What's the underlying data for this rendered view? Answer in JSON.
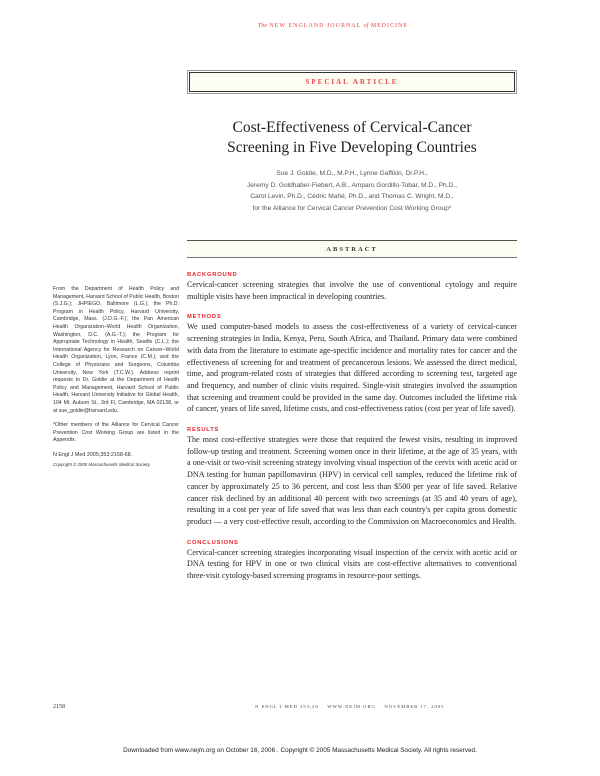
{
  "header": {
    "journal_prefix": "The",
    "journal_name_1": "NEW ENGLAND JOURNAL",
    "journal_of": "of",
    "journal_name_2": "MEDICINE"
  },
  "article_type": "SPECIAL ARTICLE",
  "title_line1": "Cost-Effectiveness of Cervical-Cancer",
  "title_line2": "Screening in Five Developing Countries",
  "authors": [
    "Sue J. Goldie, M.D., M.P.H., Lynne Gaffikin, Dr.P.H.,",
    "Jeremy D. Goldhaber-Fiebert, A.B., Amparo Gordillo-Tobar, M.D., Ph.D.,",
    "Carol Levin, Ph.D., Cédric Mahé, Ph.D., and Thomas C. Wright, M.D.,",
    "for the Alliance for Cervical Cancer Prevention Cost Working Group*"
  ],
  "abstract_label": "ABSTRACT",
  "sidebar": {
    "affiliations": "From the Department of Health Policy and Management, Harvard School of Public Health, Boston (S.J.G.); JHPIEGO, Baltimore (L.G.); the Ph.D. Program in Health Policy, Harvard University, Cambridge, Mass. (J.D.G.-F.); the Pan American Health Organization–World Health Organization, Washington, D.C. (A.G.-T.); the Program for Appropriate Technology in Health, Seattle (C.L.); the International Agency for Research on Cancer–World Health Organization, Lyon, France (C.M.); and the College of Physicians and Surgeons, Columbia University, New York (T.C.W.). Address reprint requests to Dr. Goldie at the Department of Health Policy and Management, Harvard School of Public Health, Harvard University Initiative for Global Health, 104 Mt. Auburn St., 3rd Fl, Cambridge, MA 02138, or at sue_goldie@harvard.edu.",
    "footnote": "*Other members of the Alliance for Cervical Cancer Prevention Cost Working Group are listed in the Appendix.",
    "citation": "N Engl J Med 2005;353:2158-68.",
    "copyright": "Copyright © 2005 Massachusetts Medical Society."
  },
  "abstract": {
    "background": {
      "heading": "BACKGROUND",
      "text": "Cervical-cancer screening strategies that involve the use of conventional cytology and require multiple visits have been impractical in developing countries."
    },
    "methods": {
      "heading": "METHODS",
      "text": "We used computer-based models to assess the cost-effectiveness of a variety of cervical-cancer screening strategies in India, Kenya, Peru, South Africa, and Thailand. Primary data were combined with data from the literature to estimate age-specific incidence and mortality rates for cancer and the effectiveness of screening for and treatment of precancerous lesions. We assessed the direct medical, time, and program-related costs of strategies that differed according to screening test, targeted age and frequency, and number of clinic visits required. Single-visit strategies involved the assumption that screening and treatment could be provided in the same day. Outcomes included the lifetime risk of cancer, years of life saved, lifetime costs, and cost-effectiveness ratios (cost per year of life saved)."
    },
    "results": {
      "heading": "RESULTS",
      "text": "The most cost-effective strategies were those that required the fewest visits, resulting in improved follow-up testing and treatment. Screening women once in their lifetime, at the age of 35 years, with a one-visit or two-visit screening strategy involving visual inspection of the cervix with acetic acid or DNA testing for human papillomavirus (HPV) in cervical cell samples, reduced the lifetime risk of cancer by approximately 25 to 36 percent, and cost less than $500 per year of life saved. Relative cancer risk declined by an additional 40 percent with two screenings (at 35 and 40 years of age), resulting in a cost per year of life saved that was less than each country's per capita gross domestic product — a very cost-effective result, according to the Commission on Macroeconomics and Health."
    },
    "conclusions": {
      "heading": "CONCLUSIONS",
      "text": "Cervical-cancer screening strategies incorporating visual inspection of the cervix with acetic acid or DNA testing for HPV in one or two clinical visits are cost-effective alternatives to conventional three-visit cytology-based screening programs in resource-poor settings."
    }
  },
  "footer": {
    "page_number": "2158",
    "journal_line": "N ENGL J MED 353;20    WWW.NEJM.ORG    NOVEMBER 17, 2005",
    "download_note": "Downloaded from www.nejm.org on October 16, 2006 . Copyright © 2005 Massachusetts Medical Society. All rights reserved."
  },
  "colors": {
    "accent_red": "#e8464a",
    "heading_red": "#e8232a",
    "band_background": "#fefdf3",
    "text": "#231f20"
  }
}
